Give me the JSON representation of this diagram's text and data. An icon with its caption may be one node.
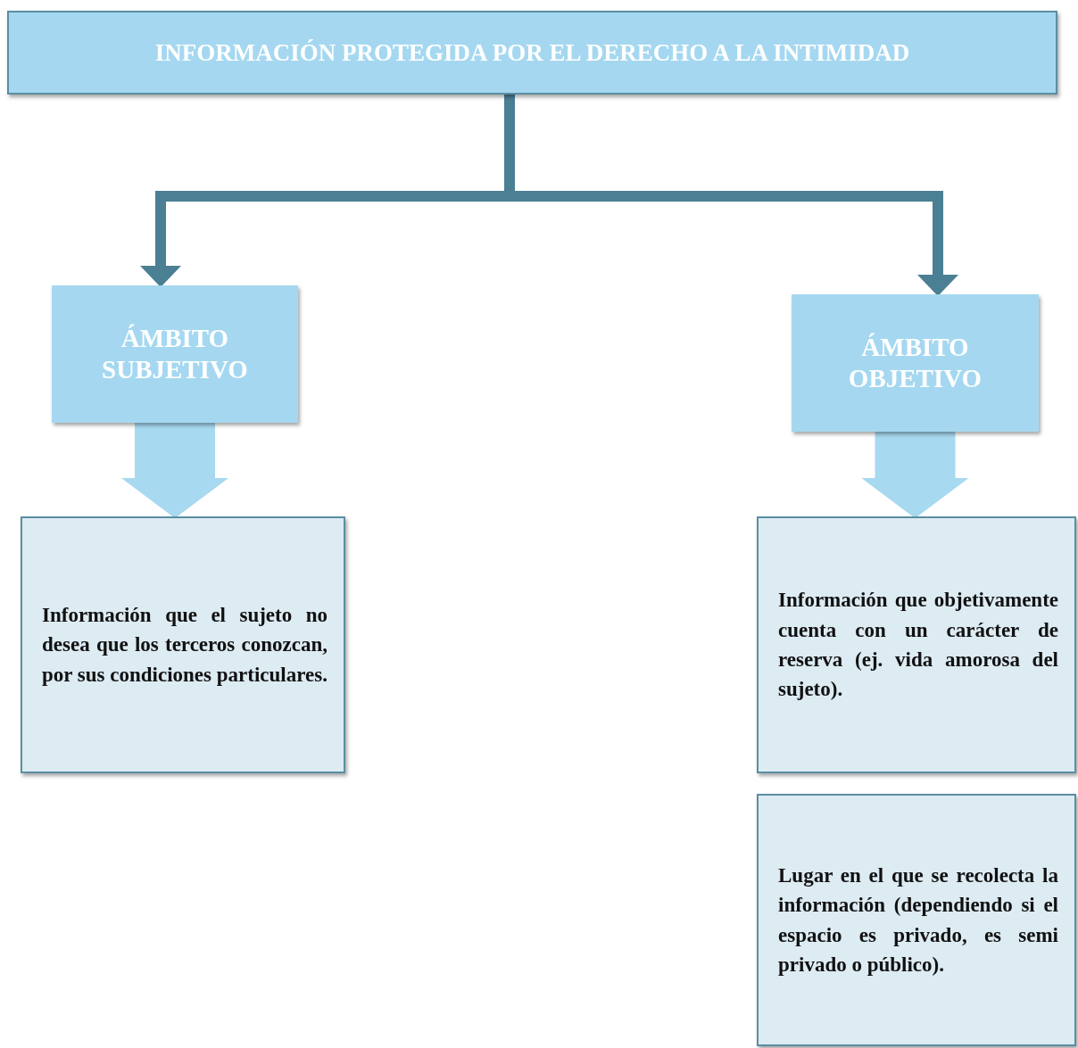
{
  "diagram": {
    "nodes": [
      {
        "text": [
          "INFORMACIÓN PROTEGIDA POR EL DERECHO A LA INTIMIDAD"
        ]
      },
      {
        "text": [
          "ÁMBITO SUBJETIVO"
        ]
      },
      {
        "text": [
          "ÁMBITO OBJETIVO"
        ]
      },
      {
        "text": [
          "Información que el sujeto no desea que los terceros conozcan, por sus condiciones particulares."
        ]
      },
      {
        "text": [
          "Información que objetivamente cuenta con un carácter de reserva (ej. vida amorosa del sujeto)."
        ]
      },
      {
        "text": [
          "Lugar en el que se recolecta la información (dependiendo si el espacio es privado, es semi privado o público)."
        ]
      }
    ],
    "edges": [
      {
        "from": 0,
        "to": 1,
        "arrow": "to"
      },
      {
        "from": 0,
        "to": 2,
        "arrow": "to"
      },
      {
        "from": 1,
        "to": 3,
        "arrow": "to",
        "style": "thick",
        "color": "#a7d9f0"
      },
      {
        "from": 2,
        "to": 4,
        "arrow": "to",
        "style": "thick",
        "color": "#a7d9f0"
      }
    ]
  }
}
